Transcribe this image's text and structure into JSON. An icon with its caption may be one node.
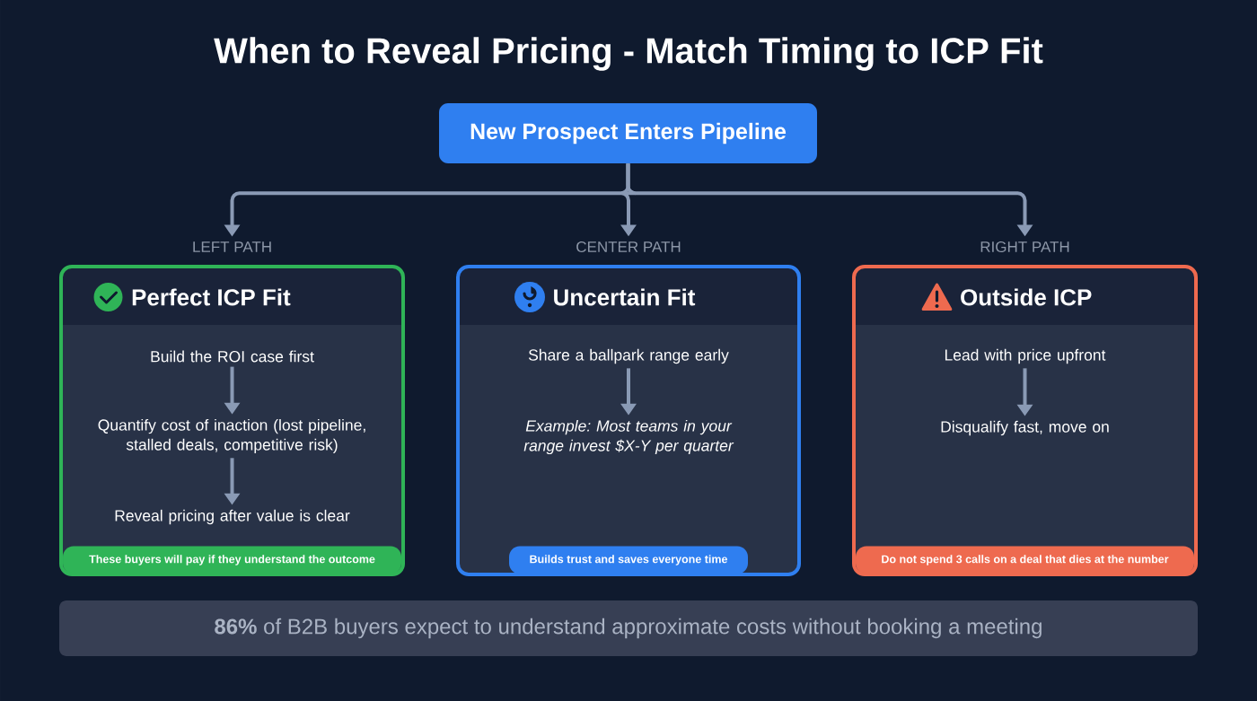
{
  "diagram": {
    "title": "When to Reveal Pricing - Match Timing to ICP Fit",
    "nodes": [
      {
        "text": [
          "New Prospect Enters Pipeline"
        ]
      },
      {
        "text": [
          "Perfect ICP Fit"
        ],
        "beside": [
          "LEFT PATH"
        ]
      },
      {
        "text": [
          "Build the ROI case first"
        ],
        "in": 1
      },
      {
        "text": [
          "Quantify cost of inaction (lost pipeline, stalled deals, competitive risk)"
        ],
        "in": 1
      },
      {
        "text": [
          "Reveal pricing after value is clear"
        ],
        "in": 1
      },
      {
        "text": [
          "These buyers will pay if they understand the outcome"
        ],
        "in": 1
      },
      {
        "text": [
          "Uncertain Fit"
        ],
        "beside": [
          "CENTER PATH"
        ]
      },
      {
        "text": [
          "Share a ballpark range early"
        ],
        "in": 6
      },
      {
        "text": [
          "Example: Most teams in your range invest $X-Y per quarter"
        ],
        "in": 6
      },
      {
        "text": [
          "Builds trust and saves everyone time"
        ],
        "in": 6
      },
      {
        "text": [
          "Outside ICP"
        ],
        "beside": [
          "RIGHT PATH"
        ]
      },
      {
        "text": [
          "Lead with price upfront"
        ],
        "in": 10
      },
      {
        "text": [
          "Disqualify fast, move on"
        ],
        "in": 10
      },
      {
        "text": [
          "Do not spend 3 calls on a deal that dies at the number"
        ],
        "in": 10
      },
      {
        "text": [
          "**86%** of B2B buyers expect to understand approximate costs without booking a meeting"
        ]
      }
    ],
    "edges": [
      {
        "from": 0,
        "to": 1,
        "arrow": "to"
      },
      {
        "from": 0,
        "to": 6,
        "arrow": "to"
      },
      {
        "from": 0,
        "to": 10,
        "arrow": "to"
      },
      {
        "from": 2,
        "to": 3,
        "arrow": "to"
      },
      {
        "from": 3,
        "to": 4,
        "arrow": "to"
      },
      {
        "from": 7,
        "to": 8,
        "arrow": "to"
      },
      {
        "from": 11,
        "to": 12,
        "arrow": "to"
      }
    ]
  }
}
